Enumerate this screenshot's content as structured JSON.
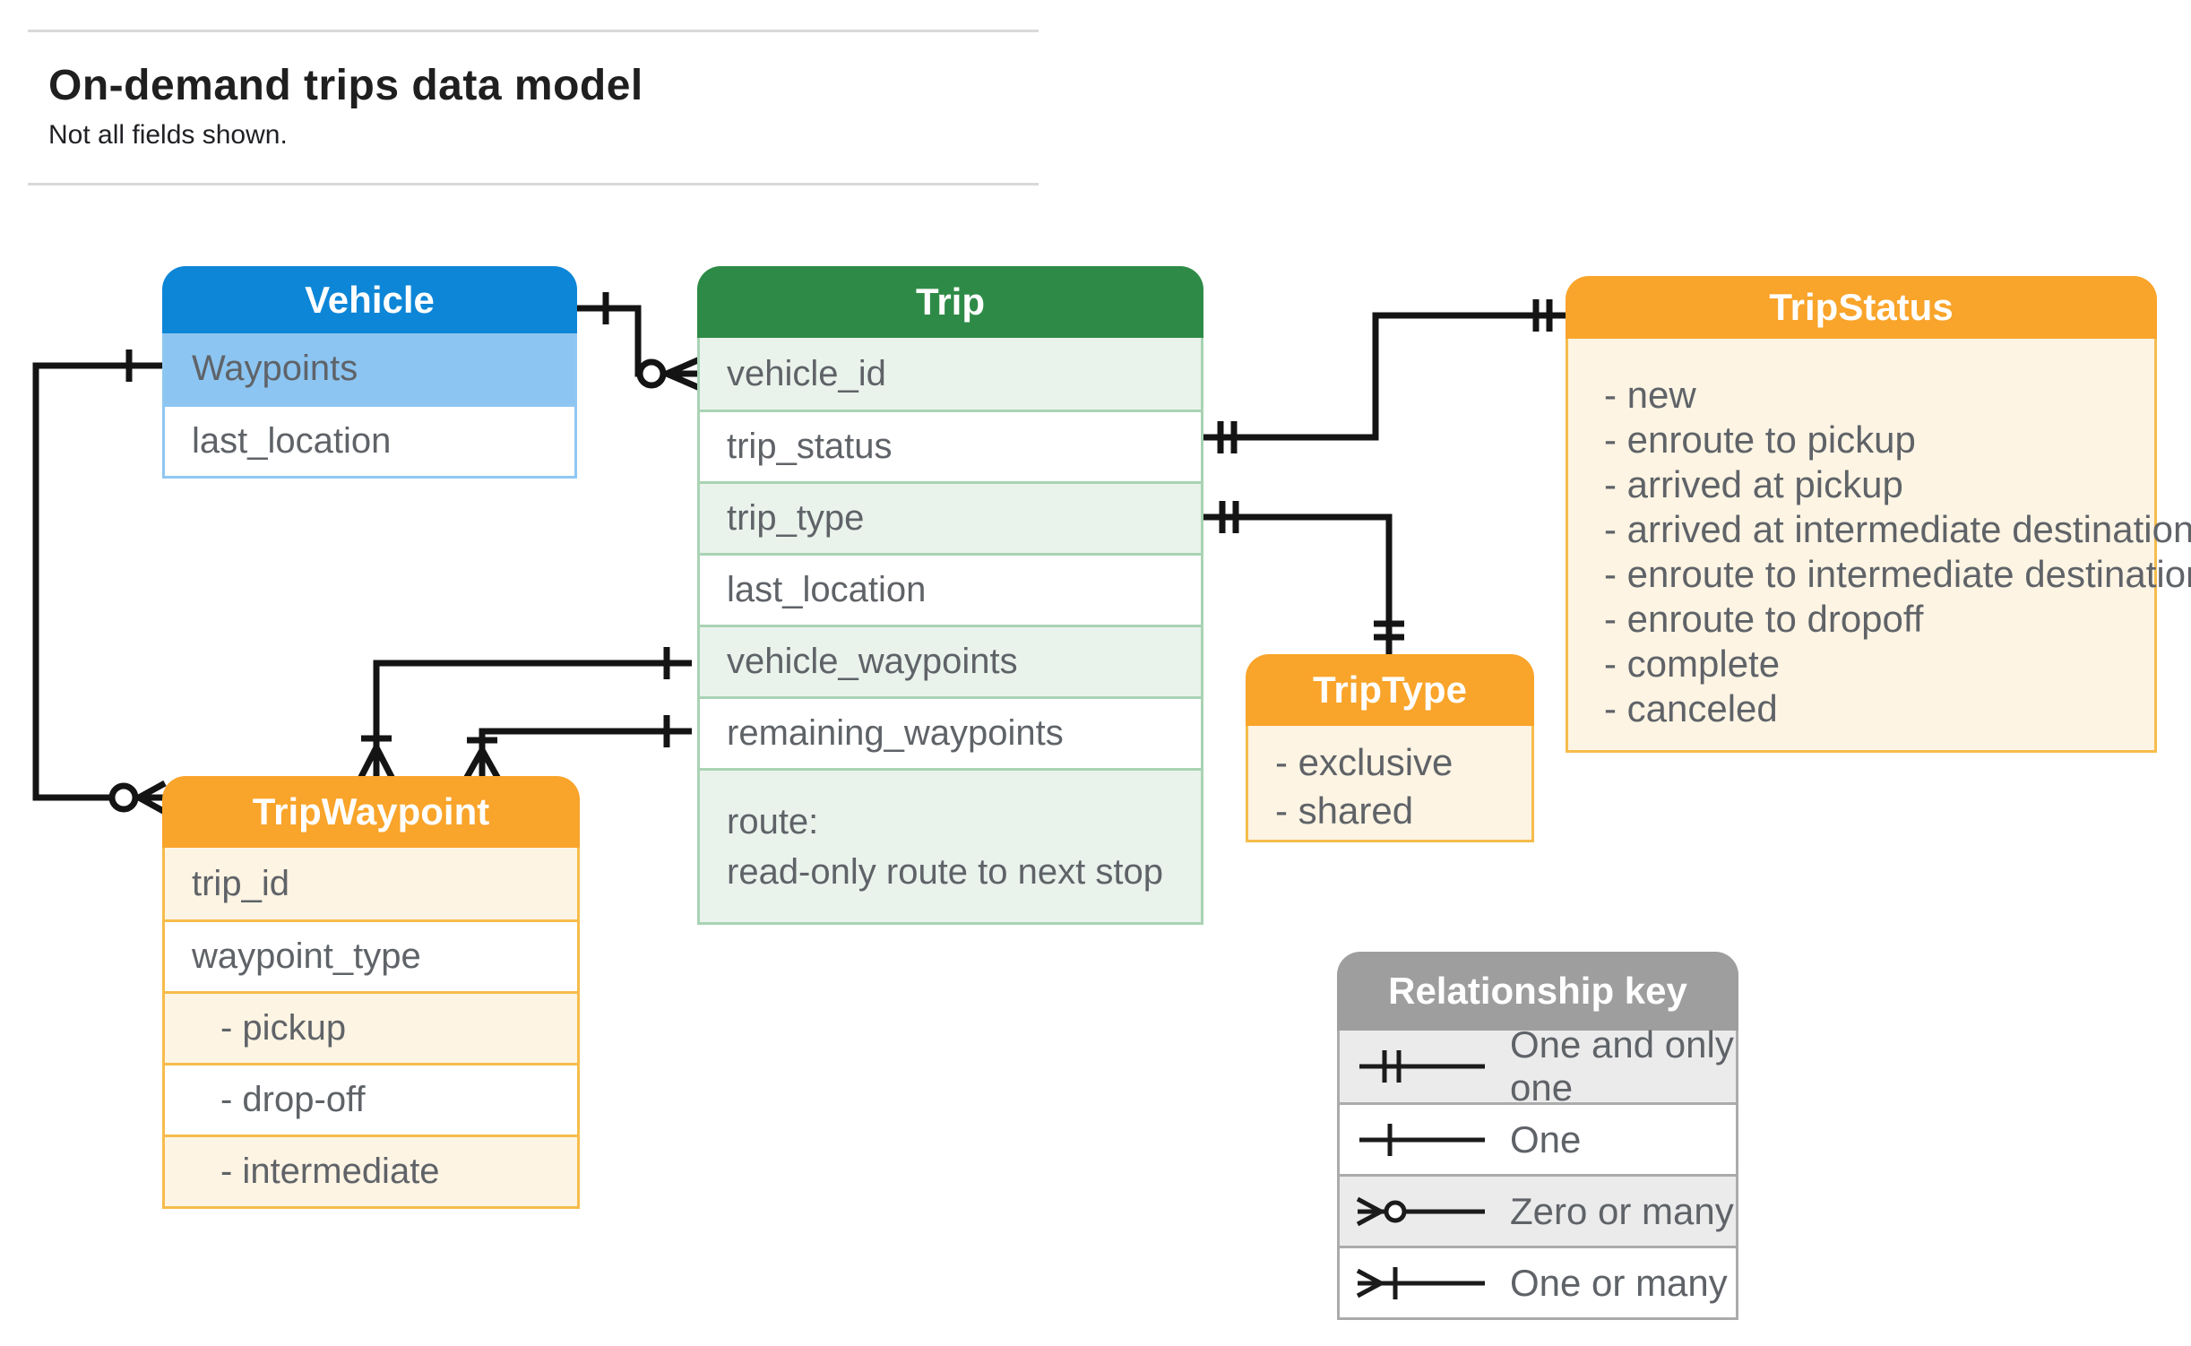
{
  "page": {
    "title": "On-demand trips data model",
    "subtitle": "Not all fields shown."
  },
  "entities": {
    "vehicle": {
      "title": "Vehicle",
      "fields": [
        "Waypoints",
        "last_location"
      ]
    },
    "trip": {
      "title": "Trip",
      "fields": [
        "vehicle_id",
        "trip_status",
        "trip_type",
        "last_location",
        "vehicle_waypoints",
        "remaining_waypoints"
      ],
      "route_field": {
        "line1": "route:",
        "line2": "read-only route to next stop"
      }
    },
    "trip_status": {
      "title": "TripStatus",
      "values": [
        "- new",
        "- enroute to pickup",
        "- arrived at pickup",
        "- arrived at intermediate destination",
        "- enroute to intermediate destination",
        "- enroute to dropoff",
        "- complete",
        "- canceled"
      ]
    },
    "trip_type": {
      "title": "TripType",
      "values": [
        "- exclusive",
        "- shared"
      ]
    },
    "trip_waypoint": {
      "title": "TripWaypoint",
      "fields": [
        "trip_id",
        "waypoint_type"
      ],
      "values": [
        "- pickup",
        "- drop-off",
        "- intermediate"
      ]
    }
  },
  "legend": {
    "title": "Relationship key",
    "items": [
      {
        "icon": "one-and-only-one-symbol",
        "label": "One and only one"
      },
      {
        "icon": "one-symbol",
        "label": "One"
      },
      {
        "icon": "zero-or-many-symbol",
        "label": "Zero or many"
      },
      {
        "icon": "one-or-many-symbol",
        "label": "One or many"
      }
    ]
  },
  "colors": {
    "vehicle_header": "#0e86d7",
    "vehicle_key_row": "#8cc5f1",
    "trip_header": "#2e8b47",
    "trip_shaded_row": "#e9f3ec",
    "enum_header": "#f9a42a",
    "enum_shaded_row": "#fdf4e3",
    "legend_header": "#9e9e9e",
    "legend_shaded_row": "#ebebeb",
    "connector": "#141414",
    "field_text": "#5f6368"
  }
}
